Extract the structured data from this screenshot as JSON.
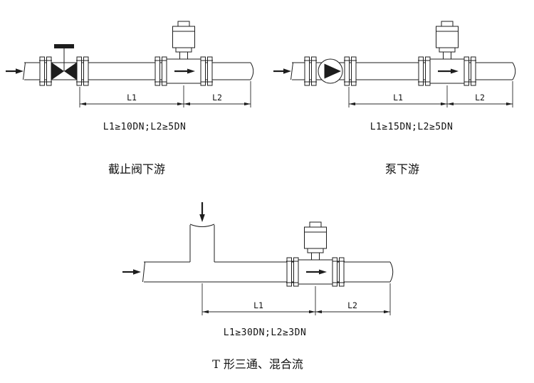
{
  "page": {
    "background": "#ffffff",
    "line_color": "#1d1d1d"
  },
  "diagrams": {
    "valve": {
      "dim_l1": "L1",
      "dim_l2": "L2",
      "formula": "L1≥10DN;L2≥5DN",
      "caption": "截止阀下游"
    },
    "pump": {
      "dim_l1": "L1",
      "dim_l2": "L2",
      "formula": "L1≥15DN;L2≥5DN",
      "caption": "泵下游"
    },
    "tee": {
      "dim_l1": "L1",
      "dim_l2": "L2",
      "formula": "L1≥30DN;L2≥3DN",
      "caption": "T 形三通、混合流"
    }
  }
}
